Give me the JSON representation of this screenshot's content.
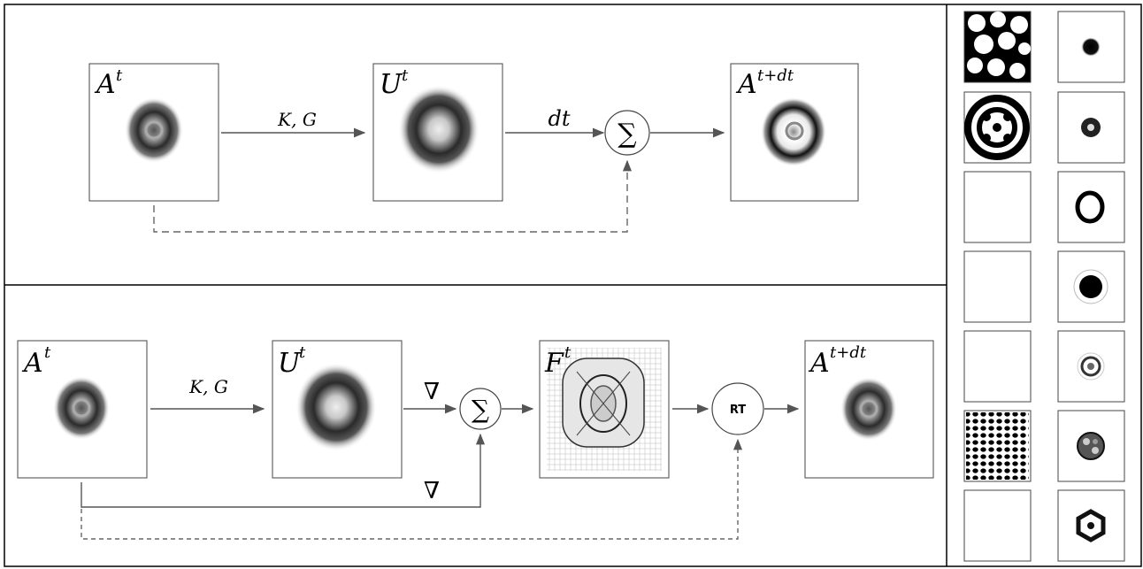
{
  "top_panel": {
    "state_label": "A",
    "state_sup": "t",
    "potential_label": "U",
    "potential_sup": "t",
    "next_label": "A",
    "next_sup": "t+dt",
    "kernel_label": "K, G",
    "dt_label": "dt",
    "sum_symbol": "∑"
  },
  "bottom_panel": {
    "state_label": "A",
    "state_sup": "t",
    "potential_label": "U",
    "potential_sup": "t",
    "flow_label": "F",
    "flow_sup": "t",
    "next_label": "A",
    "next_sup": "t+dt",
    "kernel_label": "K, G",
    "grad_top": "∇",
    "grad_bottom": "∇",
    "sum_symbol": "∑",
    "rt_label": "RT"
  },
  "side_panel": {
    "left_column": [
      "blob-pattern",
      "symmetric-pattern",
      "empty",
      "empty",
      "empty",
      "dot-lattice",
      "empty"
    ],
    "right_column": [
      "solid-dot",
      "ring-dot",
      "ring",
      "halo-dot",
      "target",
      "spotted-dot",
      "hexagon"
    ]
  }
}
